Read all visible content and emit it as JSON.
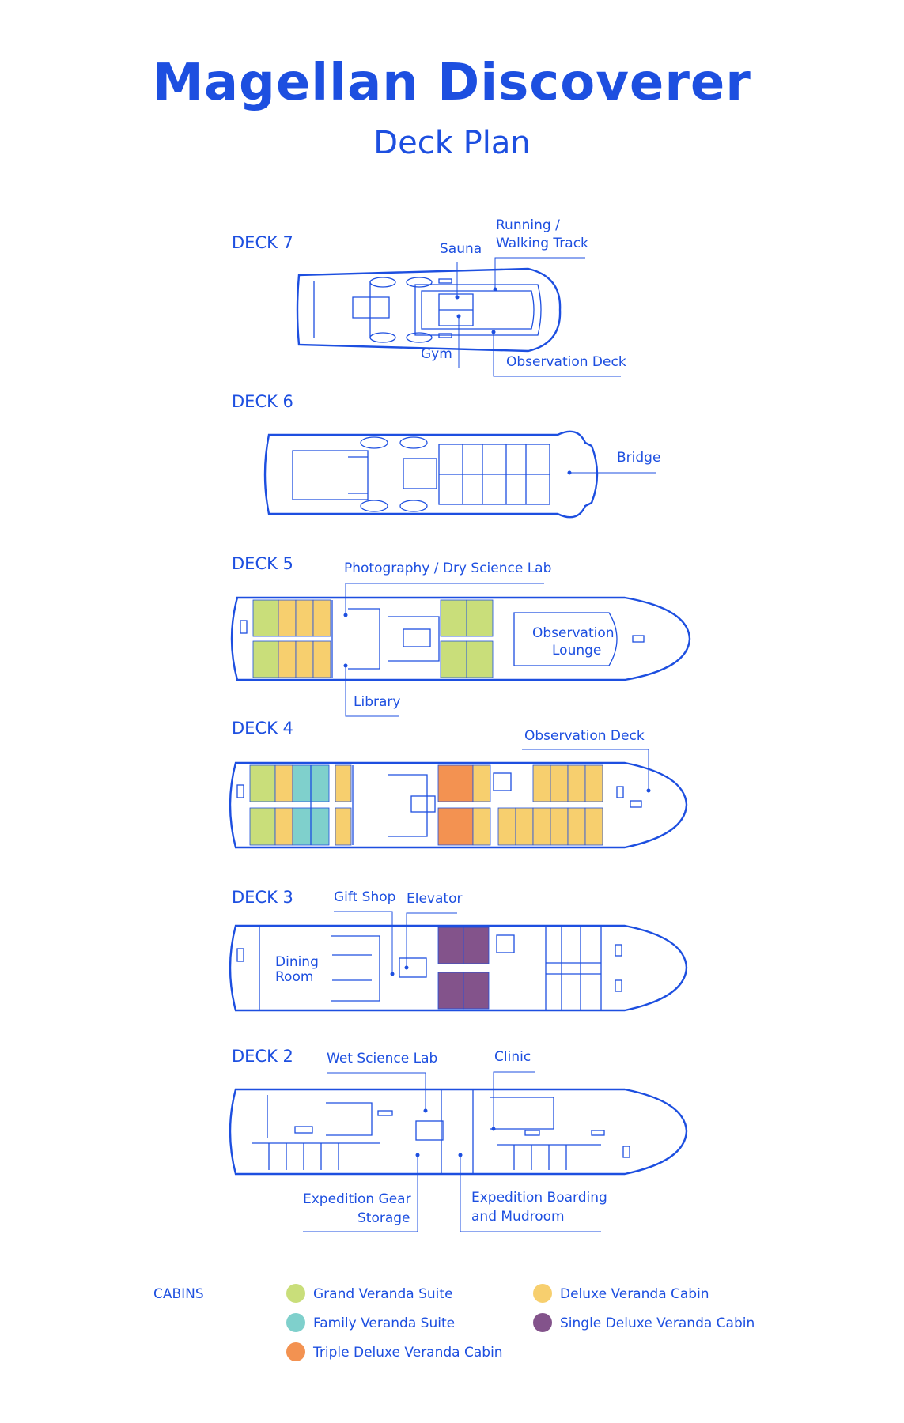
{
  "title": "Magellan Discoverer",
  "subtitle": "Deck Plan",
  "decks": {
    "deck7": {
      "label": "DECK 7",
      "sauna": "Sauna",
      "track1": "Running /",
      "track2": "Walking Track",
      "gym": "Gym",
      "obs": "Observation Deck"
    },
    "deck6": {
      "label": "DECK 6",
      "bridge": "Bridge"
    },
    "deck5": {
      "label": "DECK 5",
      "photo": "Photography / Dry Science Lab",
      "lounge1": "Observation",
      "lounge2": "Lounge",
      "library": "Library"
    },
    "deck4": {
      "label": "DECK 4",
      "obs": "Observation Deck"
    },
    "deck3": {
      "label": "DECK 3",
      "gift": "Gift Shop",
      "elevator": "Elevator",
      "dining1": "Dining",
      "dining2": "Room"
    },
    "deck2": {
      "label": "DECK 2",
      "wet": "Wet Science Lab",
      "clinic": "Clinic",
      "gear1": "Expedition Gear",
      "gear2": "Storage",
      "boarding1": "Expedition Boarding",
      "boarding2": "and Mudroom"
    }
  },
  "legend": {
    "heading": "CABINS",
    "items": [
      {
        "name": "Grand Veranda Suite",
        "color": "#c9de7a"
      },
      {
        "name": "Family Veranda Suite",
        "color": "#7fd0cc"
      },
      {
        "name": "Triple Deluxe Veranda Cabin",
        "color": "#f39251"
      },
      {
        "name": "Deluxe Veranda Cabin",
        "color": "#f7cf6e"
      },
      {
        "name": "Single Deluxe Veranda Cabin",
        "color": "#83538b"
      }
    ]
  },
  "colors": {
    "line": "#1d4fe0"
  }
}
